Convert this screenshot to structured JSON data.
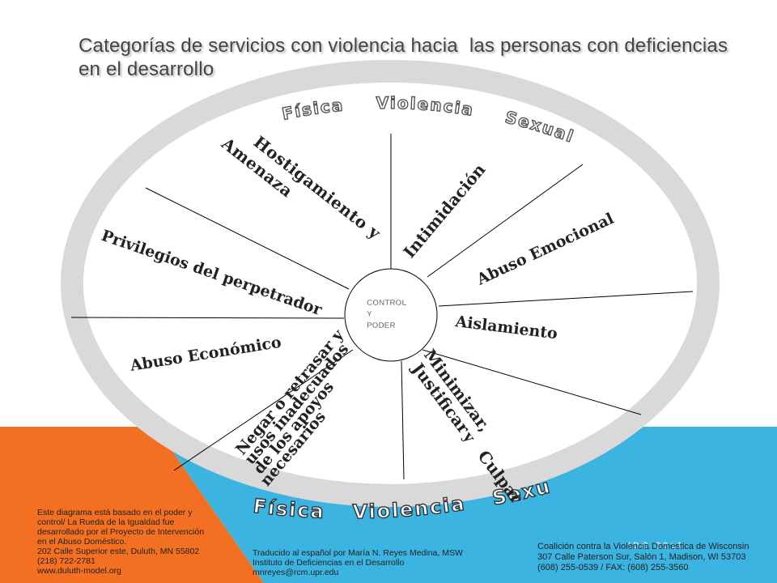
{
  "title": {
    "line1a": "Categorías de servicios con violencia hacia",
    "line1b": "las personas con deficiencias",
    "line2": "en el desarrollo"
  },
  "wheel": {
    "rim_top": [
      "Física",
      "Violencia",
      "Sexual"
    ],
    "rim_bottom": [
      "Física",
      "Violencia",
      "Sexual"
    ],
    "center": [
      "CONTROL",
      "Y",
      "PODER"
    ],
    "sections": {
      "hostigamiento": [
        "Hostigamiento y",
        "Amenaza"
      ],
      "intimidacion": "Intimidación",
      "abuso_emocional": "Abuso Emocional",
      "privilegios": "Privilegios del perpetrador",
      "aislamiento": "Aislamiento",
      "abuso_economico": "Abuso Económico",
      "minimizar": [
        "Minimizar,",
        "Justificar",
        "y",
        "Culpar"
      ],
      "negar": [
        "Negar o retrasar y",
        "usos inadecuados",
        "de los apoyos",
        "necesarios"
      ]
    }
  },
  "footer": {
    "left": [
      "Este diagrama está basado en el poder y",
      "control/ La Rueda de la Igualdad fue",
      "desarrollado por el Proyecto de Intervención",
      "en el Abuso Doméstico.",
      "202 Calle Superior este, Duluth, MN 55802",
      "(218) 722-2781",
      "www.duluth-model.org"
    ],
    "middle": [
      "Traducido al español por María N. Reyes Medina, MSW",
      "Instituto de Deficiencias en el Desarrollo",
      "mnreyes@rcm.upr.edu"
    ],
    "right": [
      "Coalición contra la Violencia Doméstica de Wisconsin",
      "307 Calle Paterson Sur, Salón 1, Madison, WI 53703",
      "(608) 255-0539 / FAX: (608) 255-3560"
    ],
    "badge": "IDD 2011"
  },
  "colors": {
    "orange": "#F36F21",
    "blue": "#3CB4E1",
    "rim": "#D9D9D9",
    "title": "#444444"
  }
}
